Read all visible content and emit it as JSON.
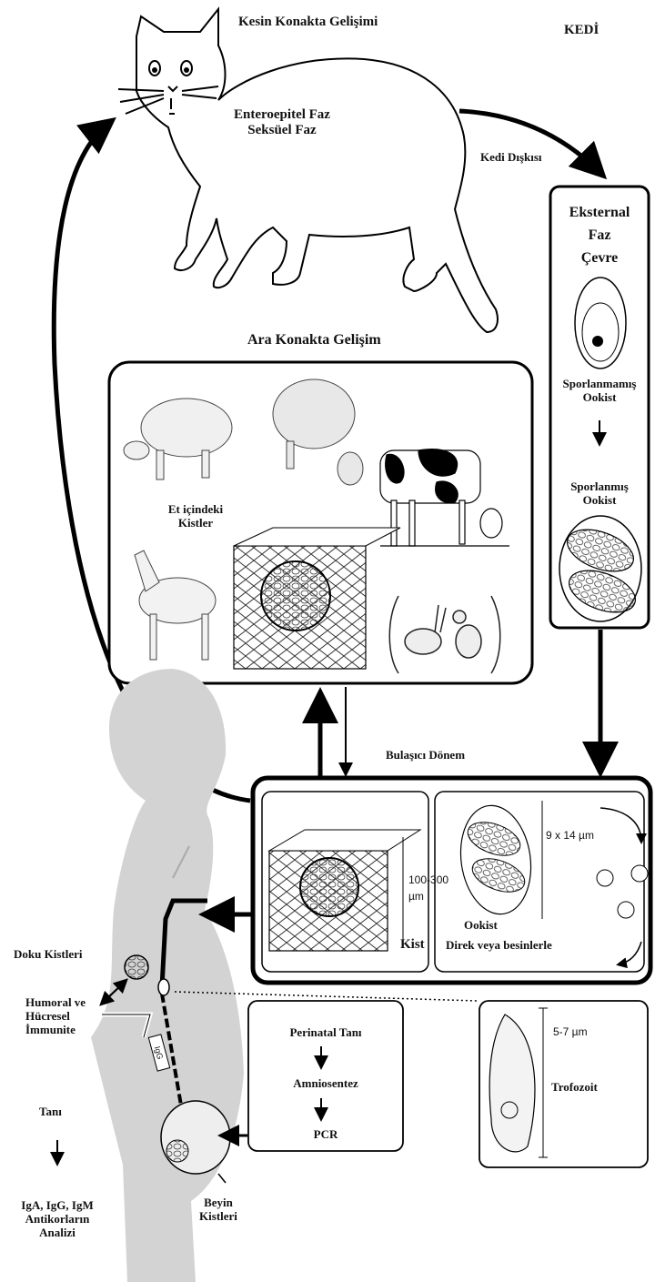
{
  "labels": {
    "definitive_host": "Kesin Konakta Gelişimi",
    "cat": "KEDİ",
    "enteroepithelial_1": "Enteroepitel Faz",
    "enteroepithelial_2": "Seksüel Faz",
    "cat_feces": "Kedi Dışkısı",
    "external_1": "Eksternal",
    "external_2": "Faz",
    "external_3": "Çevre",
    "unsporulated_1": "Sporlanmamış",
    "unsporulated_2": "Ookist",
    "sporulated_1": "Sporlanmış",
    "sporulated_2": "Ookist",
    "intermediate_host": "Ara Konakta Gelişim",
    "meat_cysts_1": "Et içindeki",
    "meat_cysts_2": "Kistler",
    "infective_period": "Bulaşıcı Dönem",
    "cyst_size_1": "100-300",
    "cyst_size_2": "µm",
    "cyst": "Kist",
    "oocyst_size": "9 x 14 µm",
    "oocyst": "Ookist",
    "direct_food": "Direk veya besinlerle",
    "tissue_cysts": "Doku Kistleri",
    "immunity_1": "Humoral ve",
    "immunity_2": "Hücresel",
    "immunity_3": "İmmunite",
    "diagnosis": "Tanı",
    "antibodies_1": "IgA, IgG, IgM",
    "antibodies_2": "Antikorların",
    "antibodies_3": "Analizi",
    "perinatal": "Perinatal Tanı",
    "amnio": "Amniosentez",
    "pcr": "PCR",
    "brain_cysts_1": "Beyin",
    "brain_cysts_2": "Kistleri",
    "troph_size": "5-7 µm",
    "trophozoite": "Trofozoit",
    "igg": "IgG"
  }
}
